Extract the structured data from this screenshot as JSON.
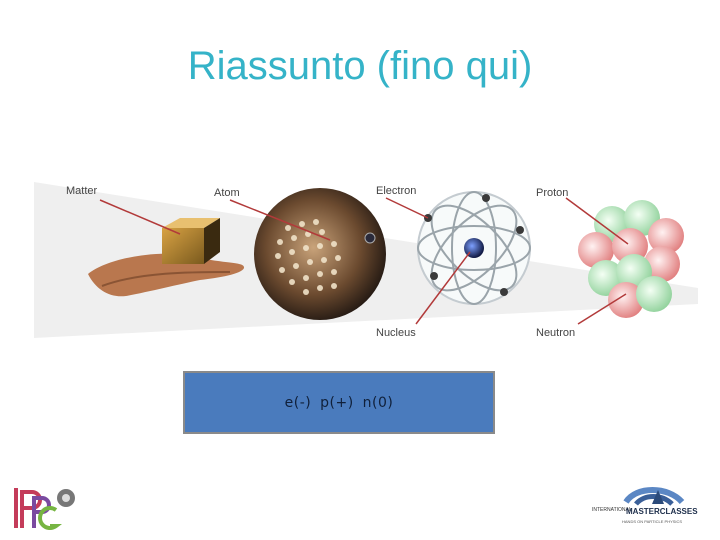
{
  "slide": {
    "title": "Riassunto (fino qui)"
  },
  "figure": {
    "labels": {
      "matter": "Matter",
      "atom": "Atom",
      "electron": "Electron",
      "proton": "Proton",
      "nucleus": "Nucleus",
      "neutron": "Neutron"
    }
  },
  "charges_box": {
    "text": "e(-)  p(+)  n(0)"
  },
  "logos": {
    "left_name": "ippog-logo",
    "right_title_small": "INTERNATIONAL",
    "right_title_big": "MASTERCLASSES",
    "right_subtitle": "HANDS ON PARTICLE PHYSICS"
  },
  "colors": {
    "title": "#35b3c8",
    "box_fill": "#4a7bbd",
    "proton": "#e58b8b",
    "neutron": "#a9dcae"
  }
}
